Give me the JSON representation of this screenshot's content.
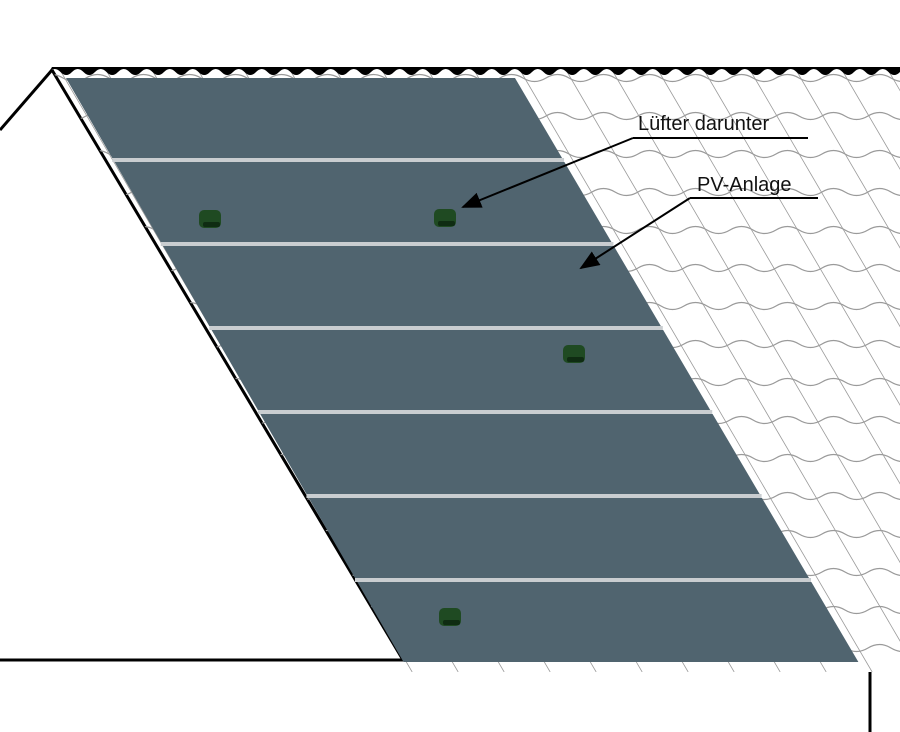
{
  "labels": {
    "fan": "Lüfter darunter",
    "pv": "PV-Anlage"
  },
  "colors": {
    "panel": "#50646f",
    "rail": "#c9cdd0",
    "vent": "#1f4a22",
    "outline": "#000000",
    "tile_line": "#9a9a9a"
  },
  "panel_rows": 7,
  "vents": 4
}
